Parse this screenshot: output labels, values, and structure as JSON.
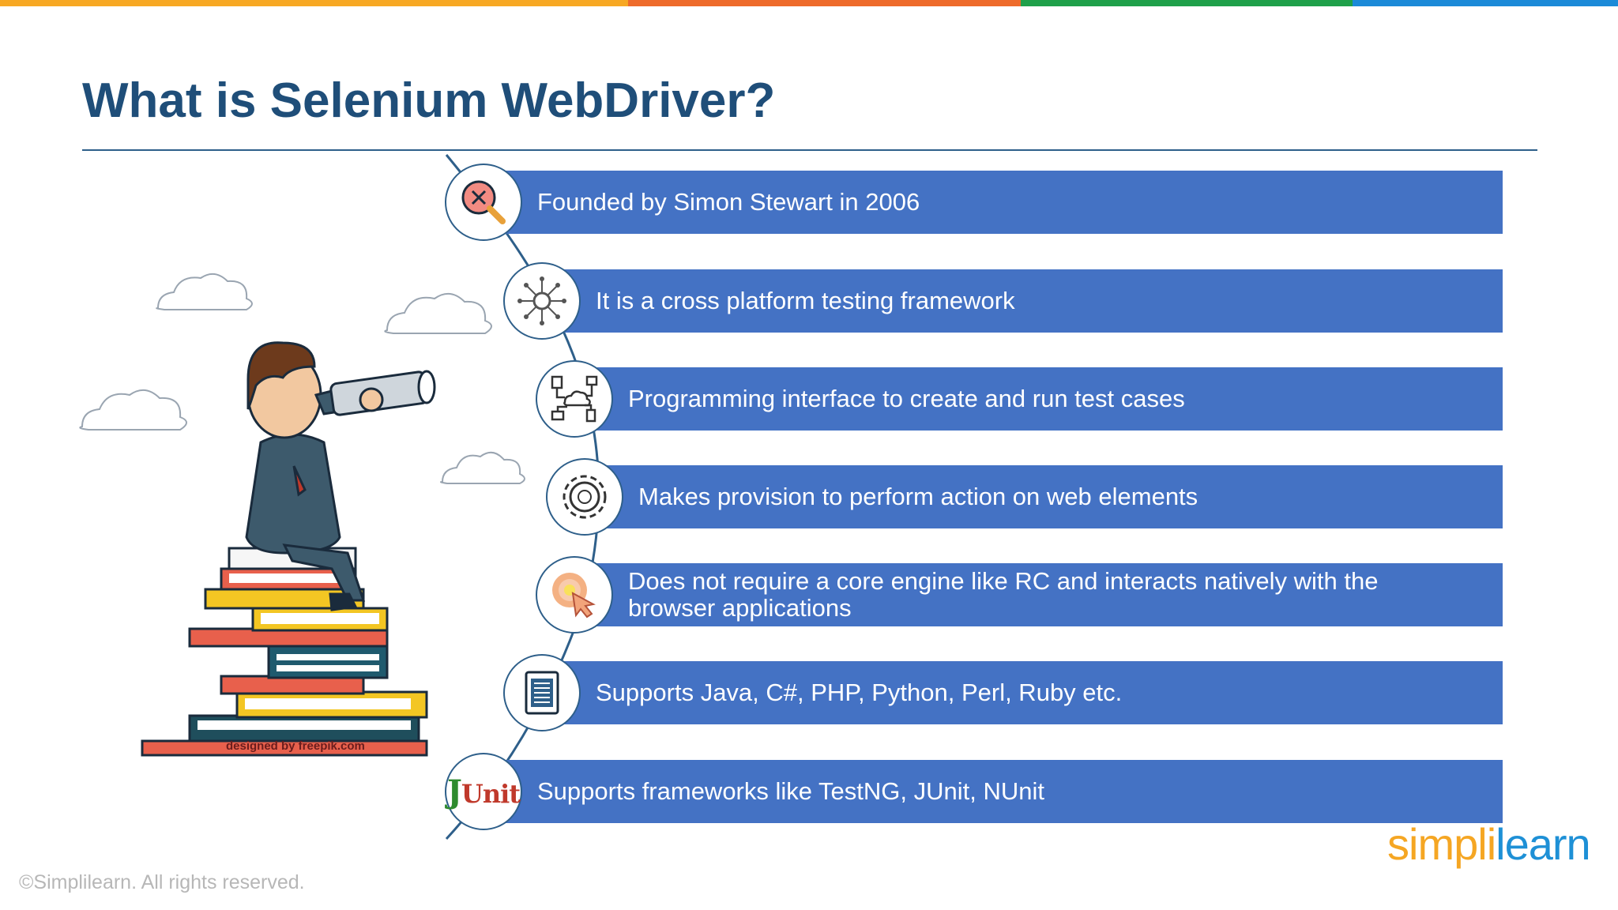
{
  "slide": {
    "title": "What is Selenium WebDriver?",
    "copyright": "©Simplilearn. All rights reserved.",
    "illustration_credit": "designed by freepik.com",
    "brand": {
      "part1": "simpl",
      "part2": "i",
      "part3": "learn"
    }
  },
  "top_bar_colors": [
    "#f7a823",
    "#ee6b2b",
    "#1fa04a",
    "#1b8ad8"
  ],
  "colors": {
    "title": "#1f4e79",
    "bar": "#4472c4",
    "icon_border": "#2e5f8a",
    "brand_orange": "#f5a623",
    "brand_blue": "#1e90d6"
  },
  "items": [
    {
      "text": "Founded by Simon Stewart in 2006",
      "icon": "search-bug-icon"
    },
    {
      "text": "It is a cross platform testing framework",
      "icon": "network-gear-icon"
    },
    {
      "text": "Programming interface to create and run test cases",
      "icon": "cloud-devices-icon"
    },
    {
      "text": "Makes provision to perform action on web elements",
      "icon": "gear-icon"
    },
    {
      "text": "Does not require a core engine like RC and interacts natively with the browser applications",
      "icon": "click-target-icon"
    },
    {
      "text": "Supports Java, C#, PHP, Python, Perl, Ruby etc.",
      "icon": "document-icon"
    },
    {
      "text": "Supports frameworks like TestNG, JUnit, NUnit",
      "icon": "junit-logo-icon",
      "logo_text_1": "J",
      "logo_text_2": "Unit"
    }
  ]
}
